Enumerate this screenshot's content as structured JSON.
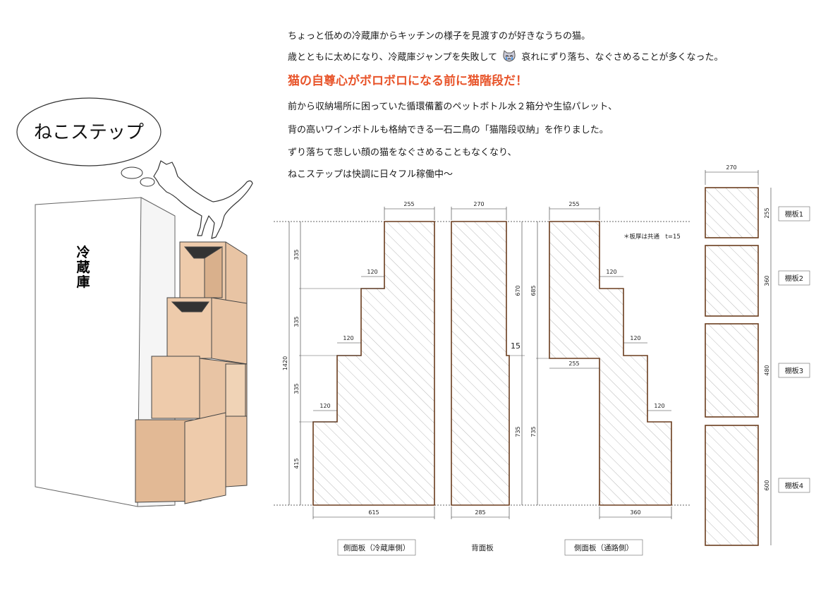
{
  "intro": {
    "line1": "ちょっと低めの冷蔵庫からキッチンの様子を見渡すのが好きなうちの猫。",
    "line2a": "歳とともに太めになり、冷蔵庫ジャンプを失敗して",
    "line2_icon": "crying-cat-icon",
    "line2b": "哀れにずり落ち、なぐさめることが多くなった。",
    "headline": "猫の自尊心がボロボロになる前に猫階段だ！",
    "line3": "前から収納場所に困っていた循環備蓄のペットボトル水２箱分や生協パレット、",
    "line4": "背の高いワインボトルも格納できる一石二鳥の「猫階段収納」を作りました。",
    "line5": "ずり落ちて悲しい顔の猫をなぐさめることもなくなり、",
    "line6": "ねこステップは快調に日々フル稼働中～"
  },
  "illustration": {
    "bubble_text": "ねこステップ",
    "fridge_label": [
      "冷",
      "蔵",
      "庫"
    ],
    "wood_color": "#e8c4a4",
    "wood_dark_color": "#c89c76"
  },
  "drawings": {
    "note": "＊板厚は共通　t=15",
    "side_fridge": {
      "caption": "側面板（冷蔵庫側）",
      "dims": {
        "top": "255",
        "step1": "120",
        "step2": "120",
        "step3": "120",
        "bottom": "615",
        "h1": "335",
        "h2": "335",
        "h3": "335",
        "h4": "415",
        "total": "1420"
      }
    },
    "back": {
      "caption": "背面板",
      "dims": {
        "top": "270",
        "bottom": "285",
        "upper": "670",
        "notch": "15",
        "lower": "735"
      }
    },
    "side_aisle": {
      "caption": "側面板（通路側）",
      "dims": {
        "top": "255",
        "step1": "120",
        "mid": "255",
        "step2": "120",
        "step3": "120",
        "bottom": "360",
        "left_upper": "685",
        "left_lower": "735"
      }
    },
    "shelves": {
      "width": "270",
      "items": [
        {
          "label": "棚板1",
          "dim": "255"
        },
        {
          "label": "棚板2",
          "dim": "360"
        },
        {
          "label": "棚板3",
          "dim": "480"
        },
        {
          "label": "棚板4",
          "dim": "600"
        }
      ]
    }
  }
}
